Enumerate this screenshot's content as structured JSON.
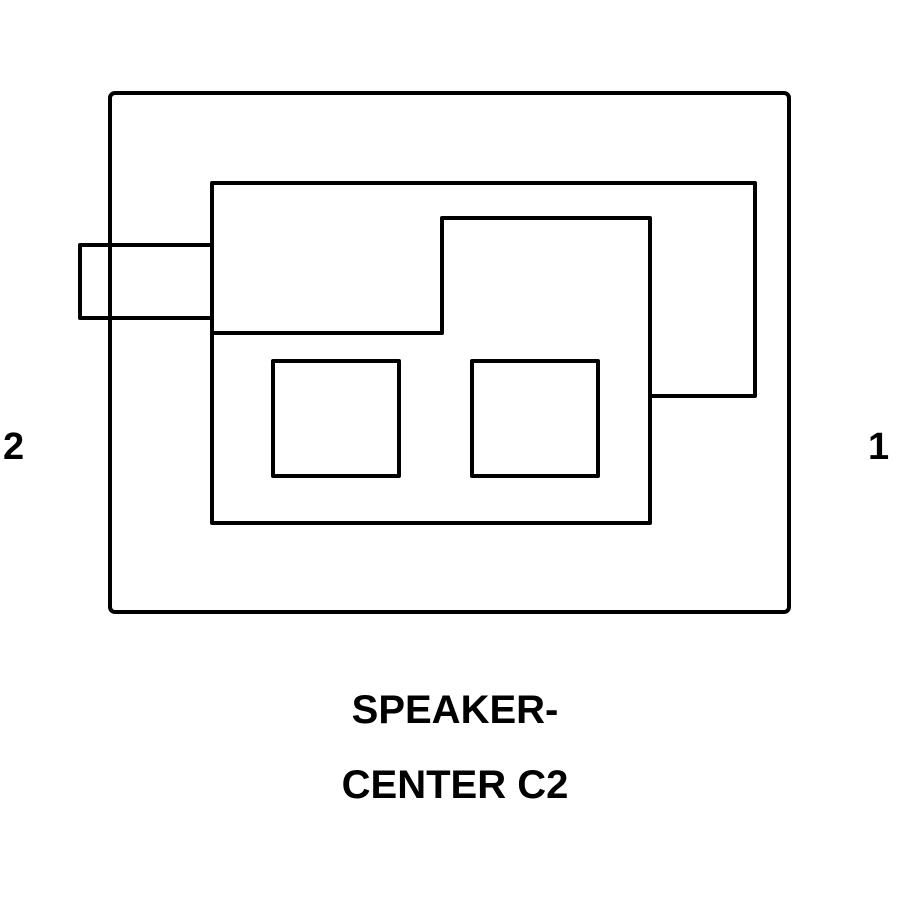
{
  "connector": {
    "caption_line_1": "SPEAKER-",
    "caption_line_2": "CENTER C2",
    "pins": [
      {
        "number": "2"
      },
      {
        "number": "1"
      }
    ]
  },
  "colors": {
    "stroke": "#000000",
    "background": "#ffffff"
  }
}
